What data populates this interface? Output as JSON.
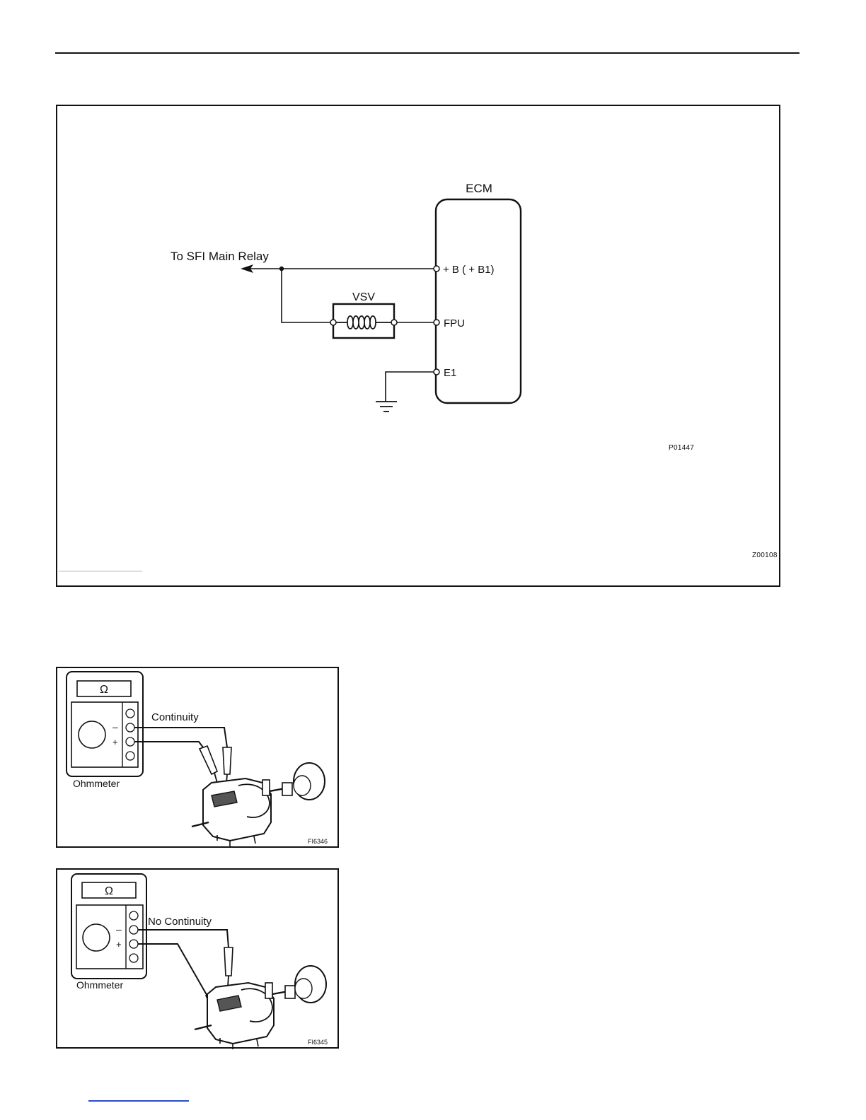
{
  "wiring_diagram": {
    "ecm_label": "ECM",
    "relay_label": "To SFI Main Relay",
    "vsv_label": "VSV",
    "terminals": {
      "b": "+ B  ( + B1)",
      "fpu": "FPU",
      "e1": "E1"
    },
    "code_inner": "P01447",
    "code_outer": "Z00108"
  },
  "continuity_figure": {
    "meter_symbol": "Ω",
    "meter_label": "Ohmmeter",
    "test_label": "Continuity",
    "minus_sign": "–",
    "plus_sign": "+",
    "code": "FI6346"
  },
  "no_continuity_figure": {
    "meter_symbol": "Ω",
    "meter_label": "Ohmmeter",
    "test_label": "No Continuity",
    "minus_sign": "–",
    "plus_sign": "+",
    "code": "FI6345"
  }
}
